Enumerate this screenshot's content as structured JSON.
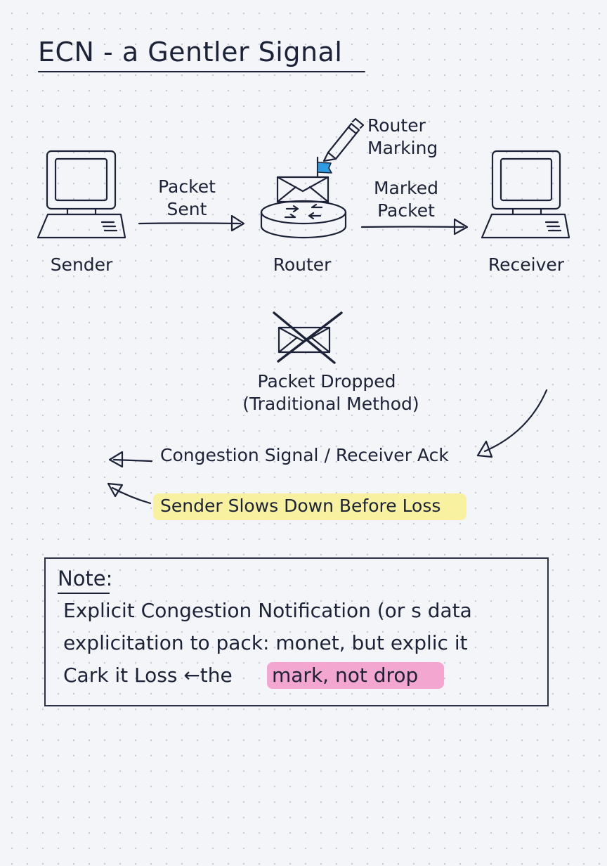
{
  "title": "ECN - a Gentler Signal",
  "nodes": {
    "sender": "Sender",
    "router": "Router",
    "receiver": "Receiver"
  },
  "arrows": {
    "packet_sent": [
      "Packet",
      "Sent"
    ],
    "marked_packet": [
      "Marked",
      "Packet"
    ],
    "router_marking": [
      "Router",
      "Marking"
    ]
  },
  "dropped": {
    "line1": "Packet Dropped",
    "line2": "(Traditional Method)"
  },
  "signals": {
    "congestion": "Congestion Signal / Receiver Ack",
    "slows_down": "Sender Slows Down Before Loss"
  },
  "note": {
    "heading": "Note:",
    "lines": [
      "Explicit Congestion Notification (or s data",
      "explicitation to pack: monet, but explic it",
      "Cark it Loss ←the"
    ],
    "highlight": "mark, not drop"
  },
  "colors": {
    "ink": "#1c2238",
    "flag": "#2f9be0",
    "highlight_yellow": "#f7f1a0",
    "highlight_pink": "#f3a6cf"
  }
}
